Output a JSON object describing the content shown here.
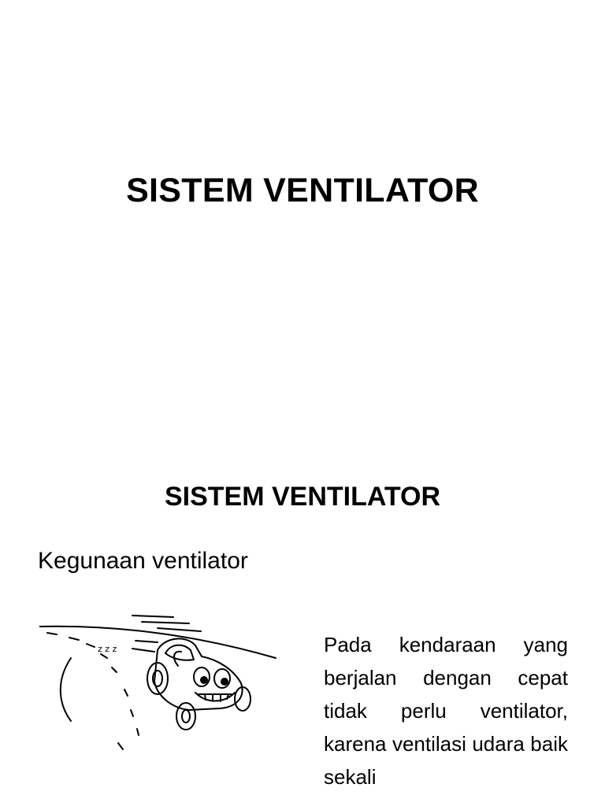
{
  "slide1": {
    "title": "SISTEM VENTILATOR"
  },
  "slide2": {
    "title": "SISTEM VENTILATOR",
    "subheading": "Kegunaan ventilator",
    "illustration_icon": "cartoon-speeding-car-icon",
    "body": "Pada kendaraan yang berjalan dengan cepat tidak perlu ventilator, karena ventilasi udara baik sekali"
  }
}
